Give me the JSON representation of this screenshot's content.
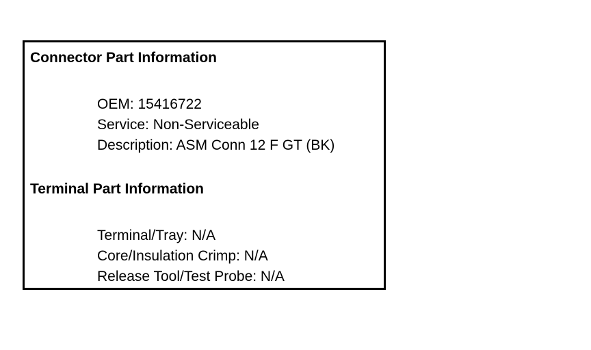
{
  "panel": {
    "border_color": "#000000",
    "background_color": "#ffffff",
    "text_color": "#000000",
    "sections": [
      {
        "heading": "Connector Part Information",
        "lines": [
          "OEM: 15416722",
          "Service: Non-Serviceable",
          "Description: ASM Conn 12 F GT (BK)"
        ]
      },
      {
        "heading": "Terminal Part Information",
        "lines": [
          "Terminal/Tray: N/A",
          "Core/Insulation Crimp: N/A",
          "Release Tool/Test Probe: N/A"
        ]
      }
    ]
  }
}
